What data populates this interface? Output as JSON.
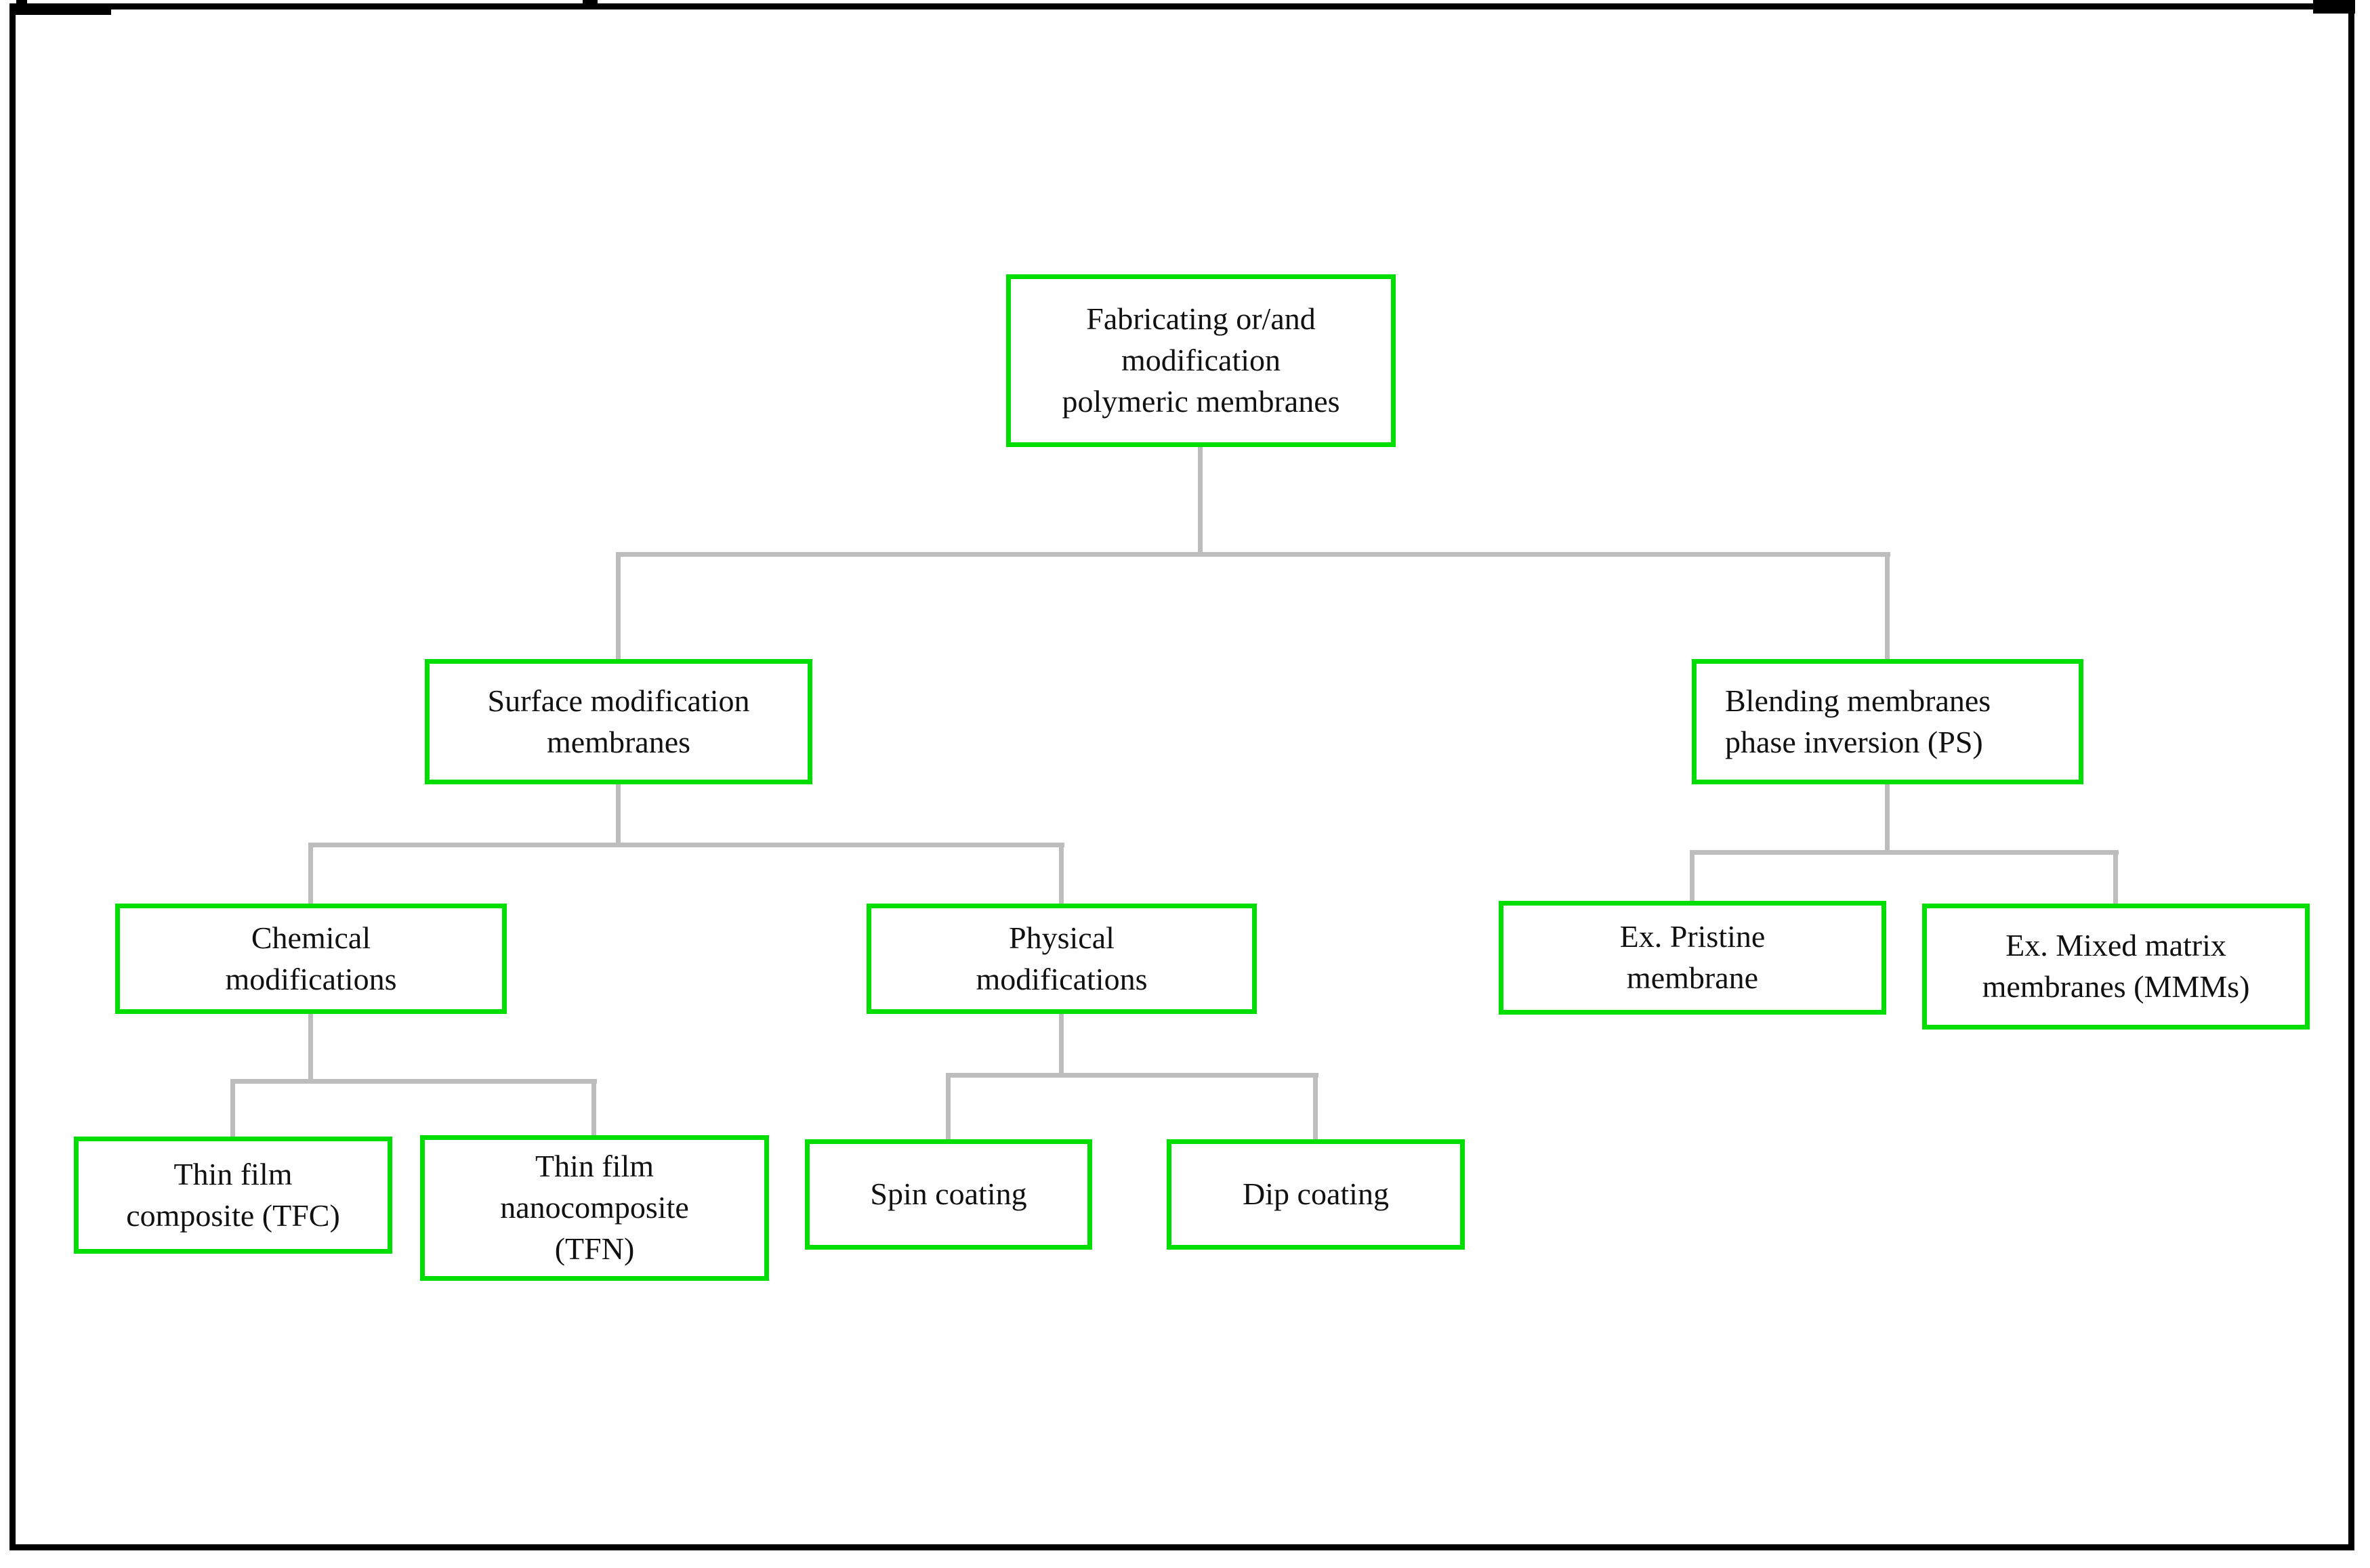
{
  "figure": {
    "type": "flowchart",
    "description": "Hierarchy of fabricating or/and modification methods for polymeric membranes"
  },
  "colors": {
    "node_border": "#00dd00",
    "node_bg": "#ffffff",
    "connector": "#bdbdbd",
    "text": "#111111",
    "frame": "#000000",
    "background": "#ffffff"
  },
  "nodes": {
    "root": {
      "label": "Fabricating or/and\nmodification\npolymeric membranes"
    },
    "surface": {
      "label": "Surface modification\nmembranes"
    },
    "blending": {
      "label": "Blending membranes\nphase inversion (PS)"
    },
    "chemical": {
      "label": "Chemical\nmodifications"
    },
    "physical": {
      "label": "Physical\nmodifications"
    },
    "pristine": {
      "label": "Ex. Pristine\nmembrane"
    },
    "mixed": {
      "label": "Ex. Mixed matrix\nmembranes (MMMs)"
    },
    "tfc": {
      "label": "Thin film\ncomposite (TFC)"
    },
    "tfn": {
      "label": "Thin film\nnanocomposite\n(TFN)"
    },
    "spin": {
      "label": "Spin coating"
    },
    "dip": {
      "label": "Dip coating"
    }
  },
  "edges": [
    {
      "from": "root",
      "to": "surface"
    },
    {
      "from": "root",
      "to": "blending"
    },
    {
      "from": "surface",
      "to": "chemical"
    },
    {
      "from": "surface",
      "to": "physical"
    },
    {
      "from": "blending",
      "to": "pristine"
    },
    {
      "from": "blending",
      "to": "mixed"
    },
    {
      "from": "chemical",
      "to": "tfc"
    },
    {
      "from": "chemical",
      "to": "tfn"
    },
    {
      "from": "physical",
      "to": "spin"
    },
    {
      "from": "physical",
      "to": "dip"
    }
  ]
}
